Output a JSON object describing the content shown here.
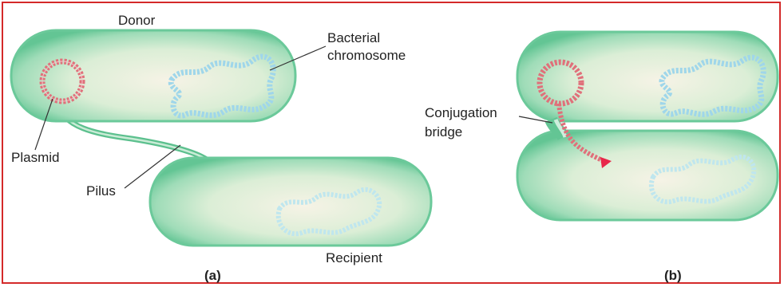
{
  "labels": {
    "donor": "Donor",
    "bacterial_chromosome_line1": "Bacterial",
    "bacterial_chromosome_line2": "chromosome",
    "plasmid": "Plasmid",
    "pilus": "Pilus",
    "recipient": "Recipient",
    "conjugation_bridge_line1": "Conjugation",
    "conjugation_bridge_line2": "bridge",
    "panel_a": "(a)",
    "panel_b": "(b)"
  },
  "colors": {
    "frame": "#d42a2a",
    "cell_outer": "#7fd3a6",
    "cell_inner": "#f4f1e2",
    "chromosome": "#9fd6ea",
    "plasmid": "#e0707a",
    "transfer_tip": "#e8274a"
  }
}
